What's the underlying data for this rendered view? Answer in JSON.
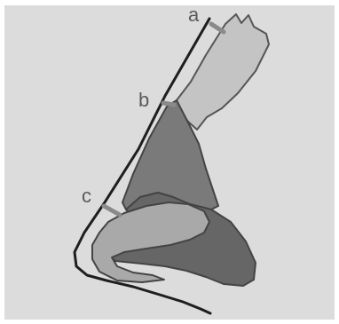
{
  "labels": {
    "a": "a",
    "b": "b",
    "c": "c"
  },
  "colors": {
    "background": "#dcdcdc",
    "outline": "#444444",
    "profile_line": "#1e1e1e",
    "bone": "#c4c4c4",
    "cartilage_upper": "#7a7a7a",
    "cartilage_lower": "#666666",
    "alar_lobule": "#a9a9a9",
    "marker": "#8a8a8a"
  }
}
